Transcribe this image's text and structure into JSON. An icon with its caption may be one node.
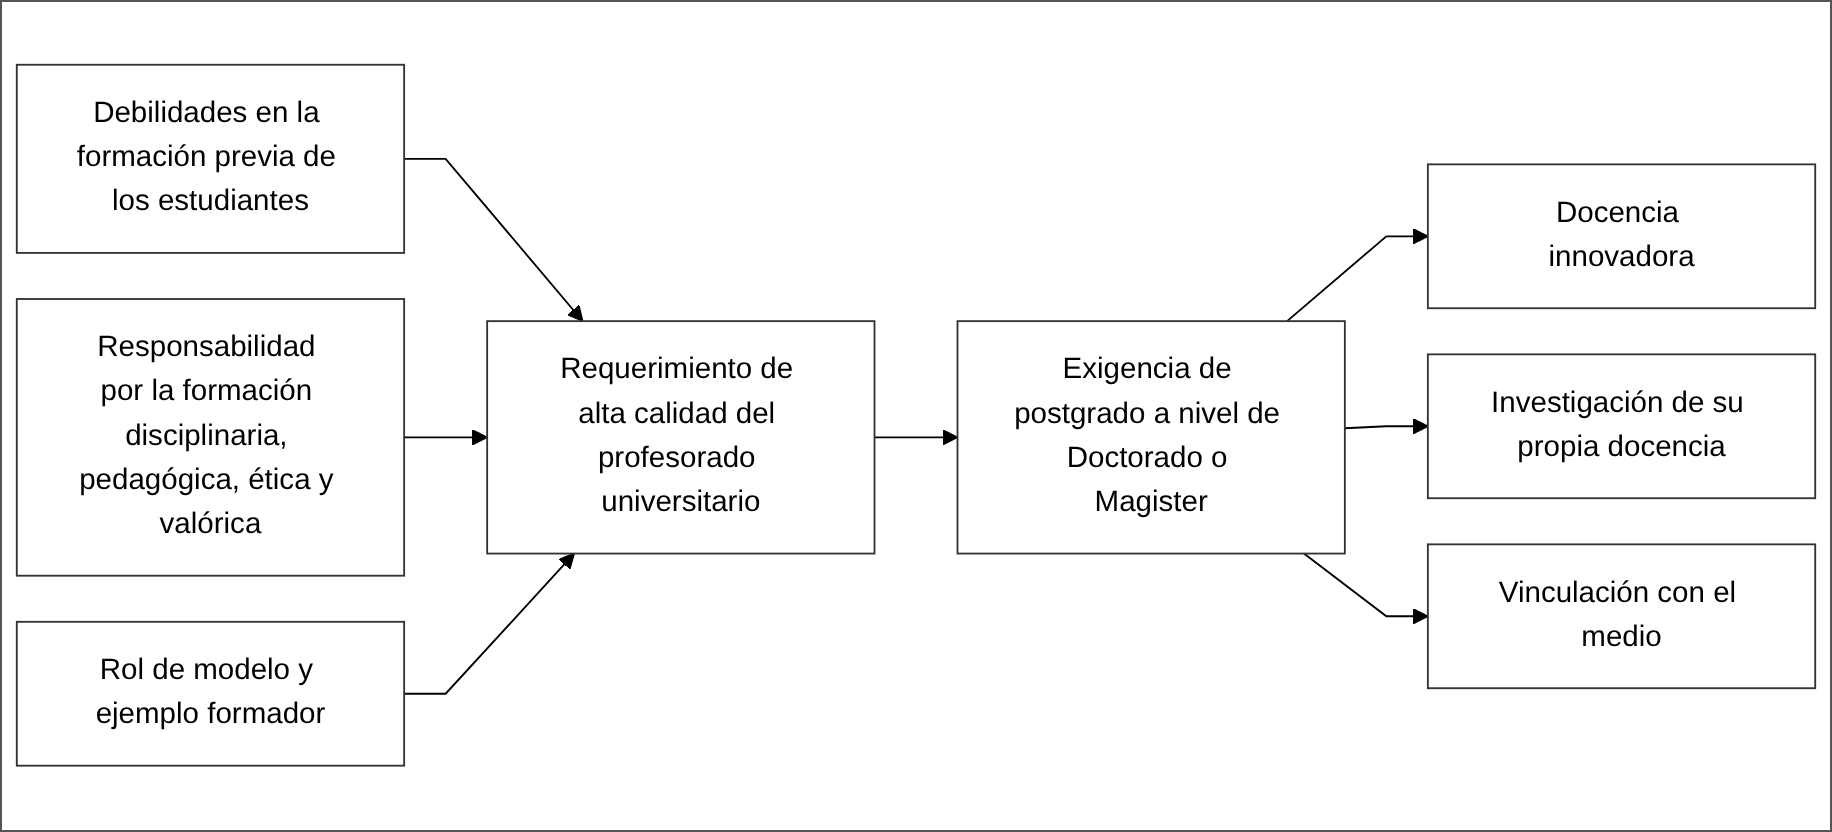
{
  "diagram": {
    "nodes": [
      {
        "text": [
          "Debilidades en la formación previa de los estudiantes"
        ]
      },
      {
        "text": [
          "Responsabilidad por la formación disciplinaria, pedagógica, ética y valórica"
        ]
      },
      {
        "text": [
          "Rol de modelo y ejemplo formador"
        ]
      },
      {
        "text": [
          "Requerimiento de alta calidad del profesorado universitario"
        ]
      },
      {
        "text": [
          "Exigencia de postgrado a nivel de Doctorado o Magister"
        ]
      },
      {
        "text": [
          "Docencia innovadora"
        ]
      },
      {
        "text": [
          "Investigación de su propia docencia"
        ]
      },
      {
        "text": [
          "Vinculación con el medio"
        ]
      }
    ],
    "edges": [
      {
        "from": 0,
        "to": 3,
        "arrow": "to"
      },
      {
        "from": 1,
        "to": 3,
        "arrow": "to"
      },
      {
        "from": 2,
        "to": 3,
        "arrow": "to"
      },
      {
        "from": 3,
        "to": 4,
        "arrow": "to"
      },
      {
        "from": 4,
        "to": 5,
        "arrow": "to"
      },
      {
        "from": 4,
        "to": 6,
        "arrow": "to"
      },
      {
        "from": 4,
        "to": 7,
        "arrow": "to"
      }
    ]
  }
}
